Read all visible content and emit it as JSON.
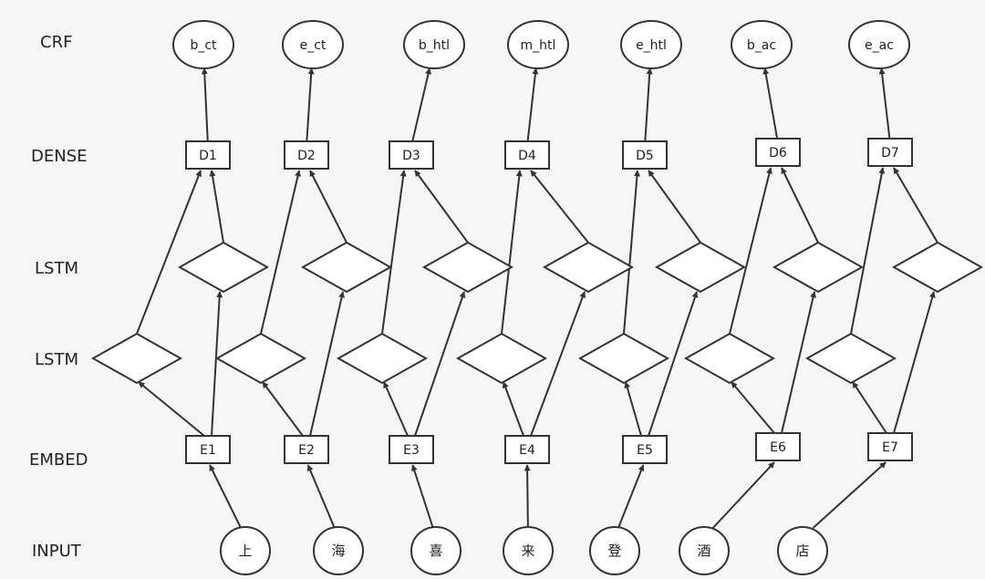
{
  "row_labels": {
    "crf": "CRF",
    "dense": "DENSE",
    "lstm_top": "LSTM",
    "lstm_bottom": "LSTM",
    "embed": "EMBED",
    "input": "INPUT"
  },
  "crf_nodes": [
    "b_ct",
    "e_ct",
    "b_htl",
    "m_htl",
    "e_htl",
    "b_ac",
    "e_ac"
  ],
  "dense_nodes": [
    "D1",
    "D2",
    "D3",
    "D4",
    "D5",
    "D6",
    "D7"
  ],
  "embed_nodes": [
    "E1",
    "E2",
    "E3",
    "E4",
    "E5",
    "E6",
    "E7"
  ],
  "input_nodes": [
    "上",
    "海",
    "喜",
    "来",
    "登",
    "酒",
    "店"
  ],
  "colors": {
    "stroke": "#333333",
    "fill": "#ffffff",
    "background": "#f6f6f6"
  }
}
